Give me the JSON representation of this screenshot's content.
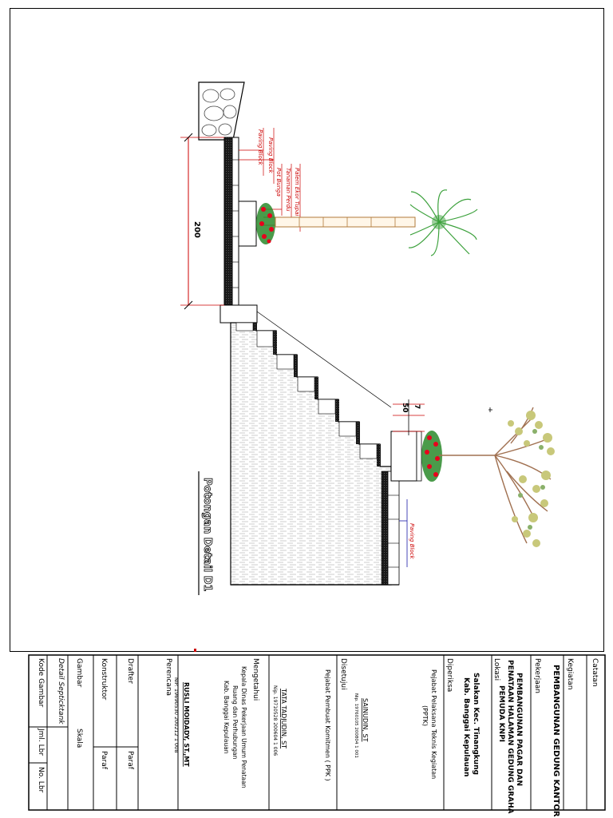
{
  "drawing": {
    "section_title": "Potongan Detail D1",
    "dim_wall_height": "200",
    "dim_step": "7",
    "dim_planter": "50",
    "label_paving_top": "Paving Block",
    "label_paving_block_upper": "Paving Block",
    "label_palm_1": "Palem Ekor Tupai",
    "label_plant_2": "Tanaman Perdu",
    "label_pot": "Pot Bunga",
    "label_paving_bottom": "Paving Block"
  },
  "title_block": {
    "catatan": "Catatan",
    "kegiatan_label": "Kegiatan",
    "kegiatan_value": "PEMBANGUNAN GEDUNG KANTOR",
    "pekerjaan_label": "Pekerjaan",
    "pekerjaan_line1": "PEMBANGUNAN PAGAR DAN",
    "pekerjaan_line2": "PENATAAN HALAMAN GEDUNG GRAHA",
    "pekerjaan_line3": "PEMUDA KNPI",
    "lokasi_label": "Lokasi",
    "lokasi_line1": "Salakan Kec. Tinangkung",
    "lokasi_line2": "Kab. Banggai Kepulauan",
    "diperiksa_label": "Diperiksa",
    "diperiksa_line1": "Pejabat Pelaksana Teknis Kegiatan",
    "diperiksa_line2": "(PPTK)",
    "diperiksa_name": "SAINUDIN, ST",
    "diperiksa_nip": "Nip. 19760105 200804 1 001",
    "disetujui_label": "Disetujui",
    "disetujui_line1": "Pejabat Pembuat Komitmen ( PPK )",
    "disetujui_name": "TATA TADJUDIN, ST",
    "disetujui_nip": "Nip. 19710528 200604 1 006",
    "mengetahui_label": "Mengetahui",
    "mengetahui_line1": "Kepala Dinas Pekerjaan Umum Penataan",
    "mengetahui_line2": "Ruang dan Perhubungan",
    "mengetahui_line3": "Kab. Banggai Kepulauan",
    "perencana_label": "Perencana",
    "perencana_name": "RUSLI MOIDADY, ST.,MT",
    "perencana_nip": "NIP. 19690530 200212 1 008",
    "drafter_label": "Drafter",
    "paraf_1": "Paraf",
    "konstruktor_label": "Konstruktor",
    "paraf_2": "Paraf",
    "gambar_label": "Gambar",
    "skala_label": "Skala",
    "gambar_value": "Detail Septicktank",
    "kode_gambar_label": "Kode Gambar",
    "jml_lbr_label": "Jml. Lbr",
    "no_lbr_label": "No. Lbr"
  },
  "colors": {
    "dimension": "#cc0000",
    "leader": "#1a1aa8",
    "flower": "#e8001c",
    "foliage": "#2a8a2a",
    "palm": "#3aa03a",
    "tree": "#c8c87a"
  }
}
